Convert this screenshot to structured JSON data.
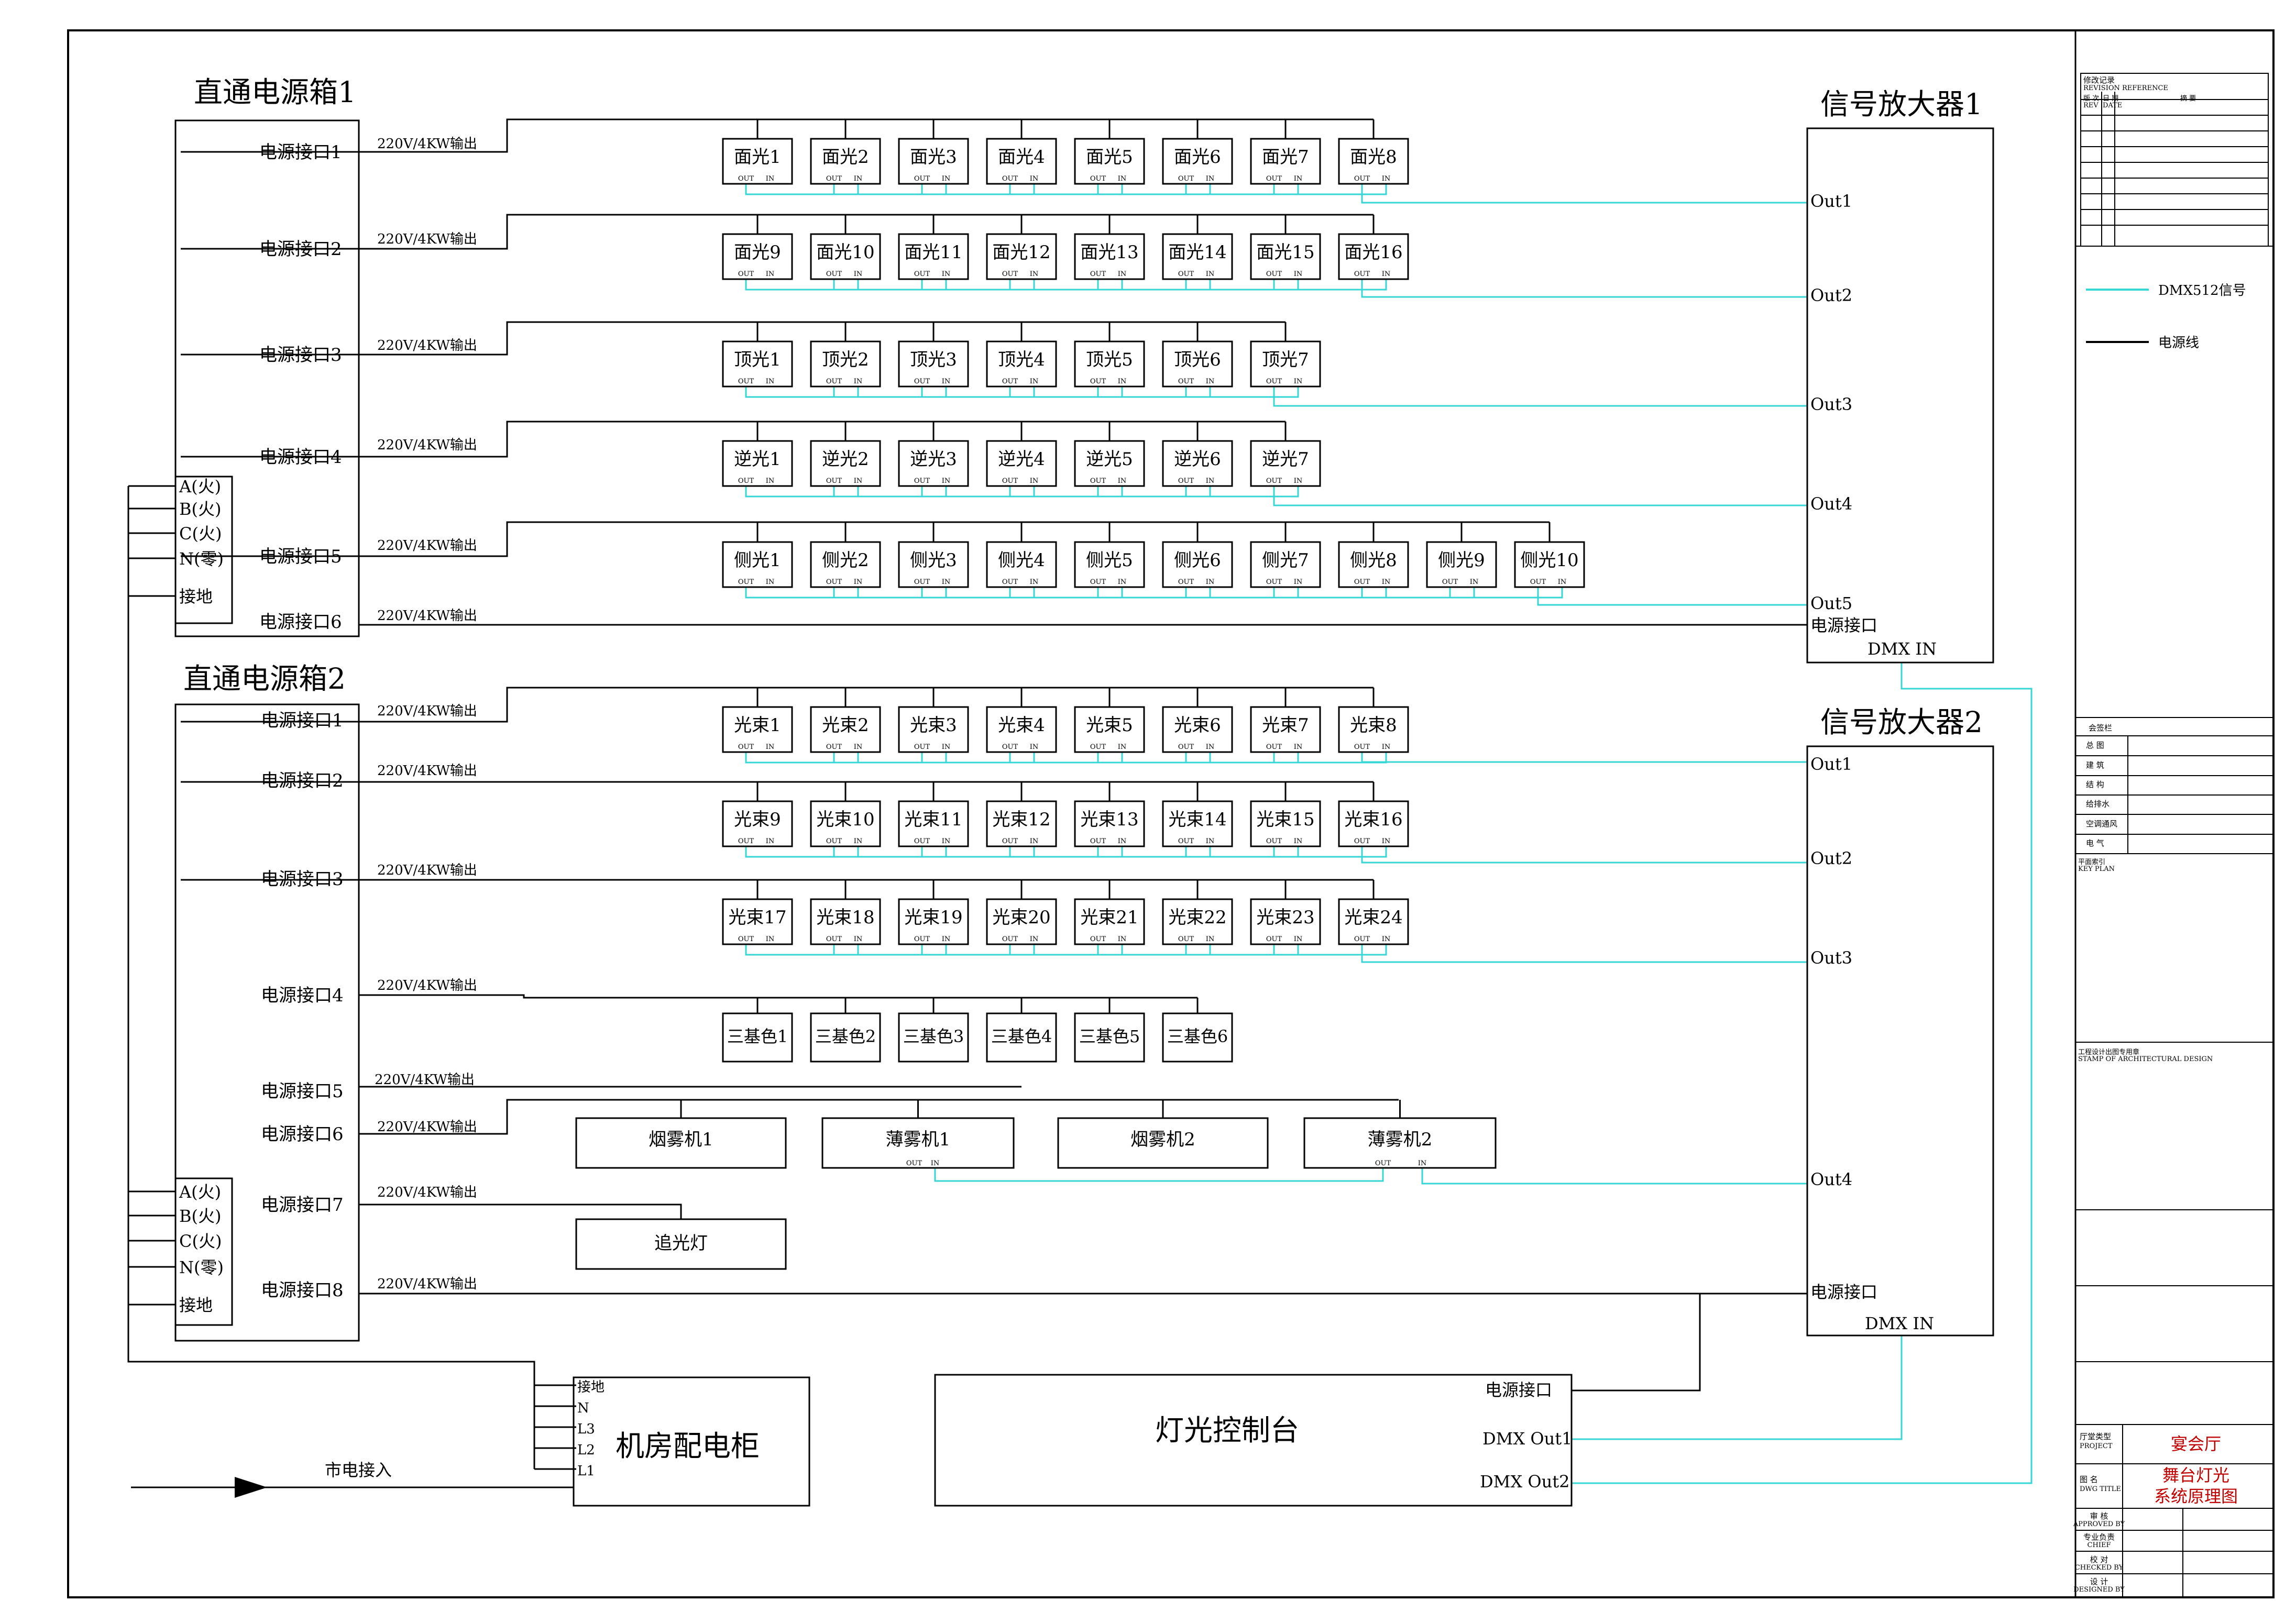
{
  "power_box_1": {
    "title": "直通电源箱1",
    "ports": [
      "电源接口1",
      "电源接口2",
      "电源接口3",
      "电源接口4",
      "电源接口5",
      "电源接口6"
    ],
    "terminals": [
      "A(火)",
      "B(火)",
      "C(火)",
      "N(零)",
      "接地"
    ]
  },
  "power_box_2": {
    "title": "直通电源箱2",
    "ports": [
      "电源接口1",
      "电源接口2",
      "电源接口3",
      "电源接口4",
      "电源接口5",
      "电源接口6",
      "电源接口7",
      "电源接口8"
    ],
    "terminals": [
      "A(火)",
      "B(火)",
      "C(火)",
      "N(零)",
      "接地"
    ]
  },
  "output_label": "220V/4KW输出",
  "pin_out": "OUT",
  "pin_in": "IN",
  "box1_rows": [
    {
      "fixtures": [
        "面光1",
        "面光2",
        "面光3",
        "面光4",
        "面光5",
        "面光6",
        "面光7",
        "面光8"
      ]
    },
    {
      "fixtures": [
        "面光9",
        "面光10",
        "面光11",
        "面光12",
        "面光13",
        "面光14",
        "面光15",
        "面光16"
      ]
    },
    {
      "fixtures": [
        "顶光1",
        "顶光2",
        "顶光3",
        "顶光4",
        "顶光5",
        "顶光6",
        "顶光7"
      ]
    },
    {
      "fixtures": [
        "逆光1",
        "逆光2",
        "逆光3",
        "逆光4",
        "逆光5",
        "逆光6",
        "逆光7"
      ]
    },
    {
      "fixtures": [
        "侧光1",
        "侧光2",
        "侧光3",
        "侧光4",
        "侧光5",
        "侧光6",
        "侧光7",
        "侧光8",
        "侧光9",
        "侧光10"
      ]
    }
  ],
  "box2_rows": [
    {
      "fixtures": [
        "光束1",
        "光束2",
        "光束3",
        "光束4",
        "光束5",
        "光束6",
        "光束7",
        "光束8"
      ]
    },
    {
      "fixtures": [
        "光束9",
        "光束10",
        "光束11",
        "光束12",
        "光束13",
        "光束14",
        "光束15",
        "光束16"
      ]
    },
    {
      "fixtures": [
        "光束17",
        "光束18",
        "光束19",
        "光束20",
        "光束21",
        "光束22",
        "光束23",
        "光束24"
      ]
    }
  ],
  "rgb_fixtures": [
    "三基色1",
    "三基色2",
    "三基色3",
    "三基色4",
    "三基色5",
    "三基色6"
  ],
  "effects": [
    "烟雾机1",
    "薄雾机1",
    "烟雾机2",
    "薄雾机2"
  ],
  "follow_spot": "追光灯",
  "amplifier_1": {
    "title": "信号放大器1",
    "outs": [
      "Out1",
      "Out2",
      "Out3",
      "Out4",
      "Out5"
    ],
    "power": "电源接口",
    "dmx_in": "DMX IN"
  },
  "amplifier_2": {
    "title": "信号放大器2",
    "outs": [
      "Out1",
      "Out2",
      "Out3",
      "Out4"
    ],
    "power": "电源接口",
    "dmx_in": "DMX IN"
  },
  "console": {
    "title": "灯光控制台",
    "power": "电源接口",
    "dmx_out1": "DMX Out1",
    "dmx_out2": "DMX Out2"
  },
  "distribution": {
    "title": "机房配电柜",
    "terminals": [
      "接地",
      "N",
      "L3",
      "L2",
      "L1"
    ]
  },
  "mains_label": "市电接入",
  "legend": [
    {
      "label": "DMX512信号",
      "color": "#36d6d6"
    },
    {
      "label": "电源线",
      "color": "#000000"
    }
  ],
  "colors": {
    "signal": "#36d6d6",
    "wire": "#000000",
    "title_red": "#c00000"
  },
  "title_block": {
    "revision_head": "修改记录",
    "revision_head_en": "REVISION REFERENCE",
    "revision_cols": [
      "版 次",
      "日 期",
      "摘 要"
    ],
    "revision_cols_en": [
      "REV",
      "DATE"
    ],
    "sign_head": "会签栏",
    "sign_rows": [
      "总 图",
      "建 筑",
      "结 构",
      "给排水",
      "空调通风",
      "电 气"
    ],
    "key_plan": "平面索引",
    "key_plan_en": "KEY PLAN",
    "stamp": "工程设计出图专用章",
    "stamp_en": "STAMP OF ARCHITECTURAL DESIGN",
    "project_label": "厅堂类型",
    "project_label_en": "PROJECT",
    "project_value": "宴会厅",
    "drawing_label": "图 名",
    "drawing_label_en": "DWG TITLE",
    "drawing_value_line1": "舞台灯光",
    "drawing_value_line2": "系统原理图",
    "roles": [
      {
        "cn": "审 核",
        "en": "APPROVED BY"
      },
      {
        "cn": "专业负责",
        "en": "CHIEF"
      },
      {
        "cn": "校 对",
        "en": "CHECKED BY"
      },
      {
        "cn": "设 计",
        "en": "DESIGNED BY"
      }
    ]
  }
}
